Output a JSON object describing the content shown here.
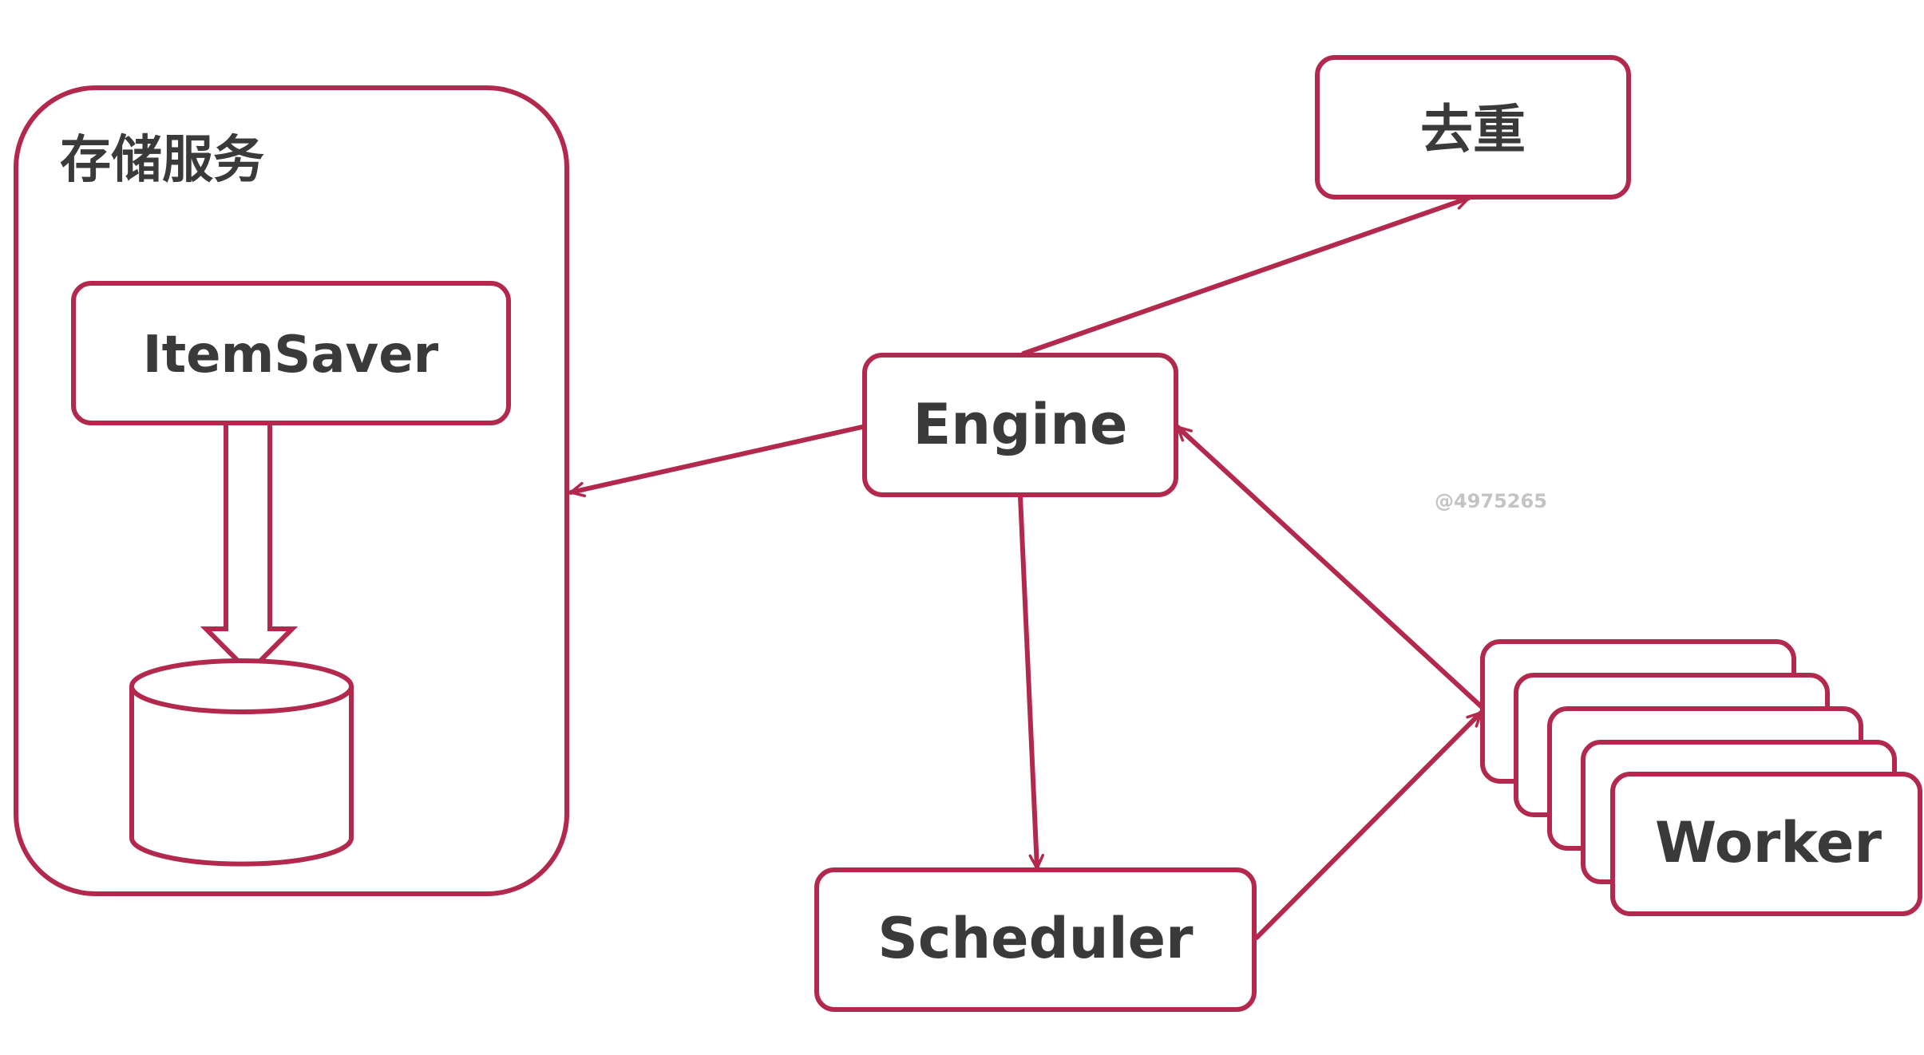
{
  "colors": {
    "stroke": "#b3294d",
    "fill": "#ffffff",
    "text": "#3a3a3a",
    "watermark": "#c4c4c4"
  },
  "storage": {
    "title": "存储服务",
    "item_saver": "ItemSaver"
  },
  "nodes": {
    "dedup": "去重",
    "engine": "Engine",
    "scheduler": "Scheduler",
    "worker": "Worker"
  },
  "watermark": "@4975265"
}
